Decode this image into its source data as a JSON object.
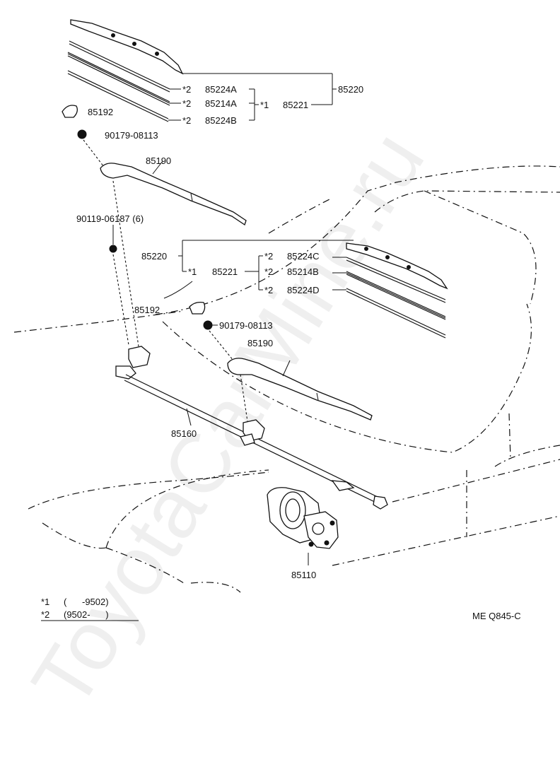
{
  "watermark": "ToyotaCarMine.ru",
  "figure_code": "ME Q845-C",
  "legend": [
    {
      "marker": "*1",
      "range": "(      -9502)"
    },
    {
      "marker": "*2",
      "range": "(9502-      )"
    }
  ],
  "callouts": {
    "top_blade_assy": "85220",
    "top_blade": "85221",
    "top_blade_marker": "*1",
    "top_insert_a": "85224A",
    "top_insert_a_marker": "*2",
    "top_rubber_a": "85214A",
    "top_rubber_a_marker": "*2",
    "top_insert_b": "85224B",
    "top_insert_b_marker": "*2",
    "top_cap": "85192",
    "top_nut": "90179-08113",
    "top_arm": "85190",
    "pivot_bolt": "90119-06187 (6)",
    "mid_blade_assy": "85220",
    "mid_blade": "85221",
    "mid_blade_marker": "*1",
    "mid_insert_c": "85224C",
    "mid_insert_c_marker": "*2",
    "mid_rubber_b": "85214B",
    "mid_rubber_b_marker": "*2",
    "mid_insert_d": "85224D",
    "mid_insert_d_marker": "*2",
    "mid_cap": "85192",
    "mid_nut": "90179-08113",
    "mid_arm": "85190",
    "link": "85160",
    "motor": "85110"
  }
}
